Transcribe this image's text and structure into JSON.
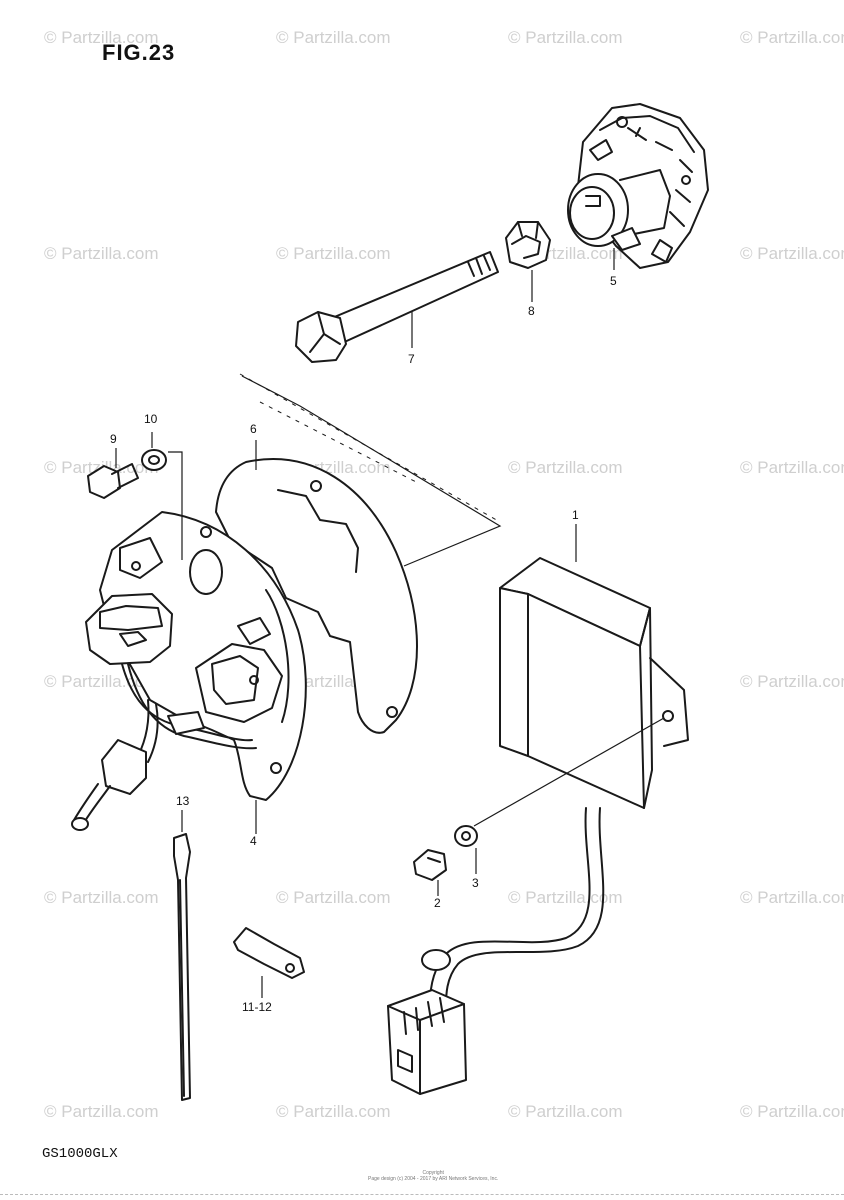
{
  "title": "FIG.23",
  "model_code": "GS1000GLX",
  "copyright": {
    "line1": "Copyright",
    "line2": "Page design (c) 2004 - 2017 by ARI Network Services, Inc."
  },
  "watermark_text": "© Partzilla.com",
  "callouts": {
    "c1": "1",
    "c2": "2",
    "c3": "3",
    "c4": "4",
    "c5": "5",
    "c6": "6",
    "c7": "7",
    "c8": "8",
    "c9": "9",
    "c10": "10",
    "c11_12": "11-12",
    "c13": "13"
  },
  "colors": {
    "line": "#1a1a1a",
    "watermark": "#cfcfcf",
    "background": "#ffffff"
  }
}
